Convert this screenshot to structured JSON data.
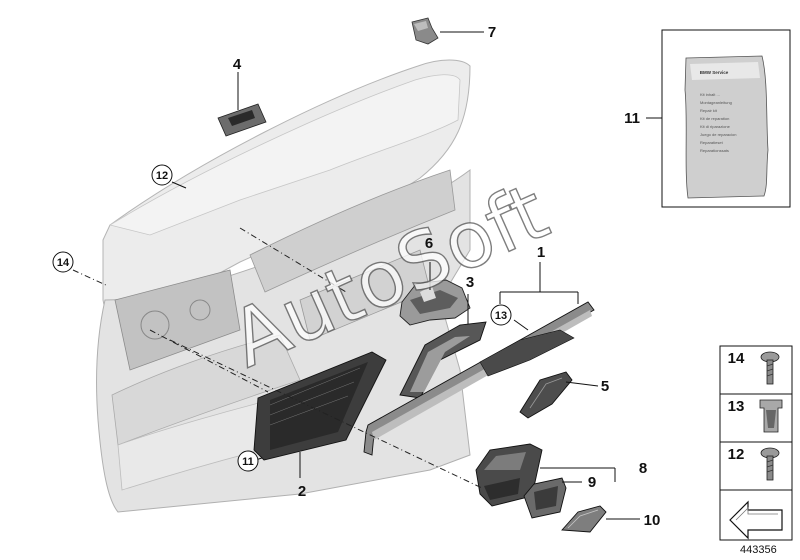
{
  "labels": {
    "p1": "1",
    "p2": "2",
    "p3": "3",
    "p4": "4",
    "p5": "5",
    "p6": "6",
    "p7": "7",
    "p8": "8",
    "p9": "9",
    "p10": "10",
    "p11_box": "11",
    "c11": "11",
    "c12": "12",
    "c13": "13",
    "c14": "14"
  },
  "parts_panel": [
    {
      "number": "14",
      "icon": "screw-icon"
    },
    {
      "number": "13",
      "icon": "clip-icon"
    },
    {
      "number": "12",
      "icon": "screw-icon"
    }
  ],
  "watermark": "AutoSoft",
  "document_number": "443356",
  "packet": {
    "brand": "BMW Service",
    "lines": [
      "Kit inhalt ...",
      "Montageanleitung",
      "Repair kit",
      "Kit de reparation",
      "Kit di riparazione",
      "Juego de reparacion",
      "Reparatieset",
      "Reparationssats"
    ]
  },
  "colors": {
    "line": "#111111",
    "panel": "#e6e6e6",
    "part_dark": "#3a3a3a"
  }
}
